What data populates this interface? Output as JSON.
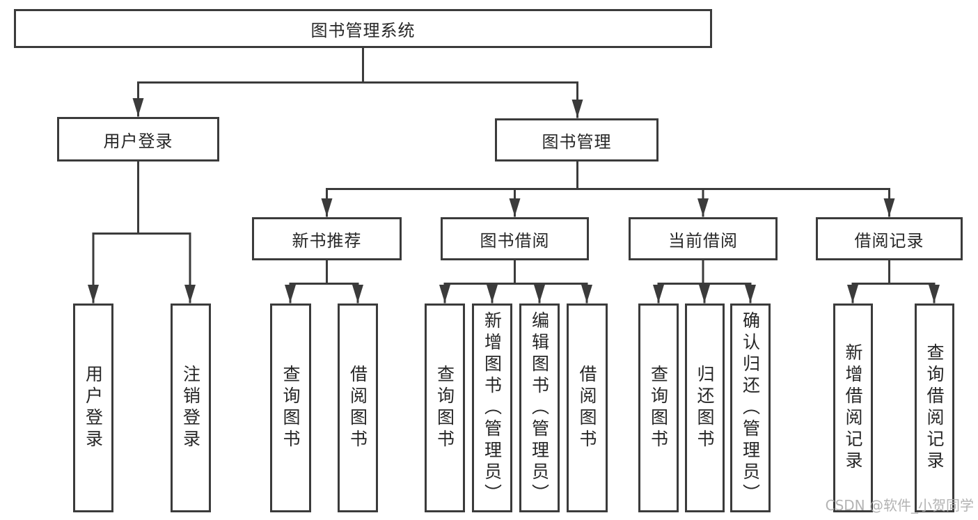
{
  "root": {
    "label": "图书管理系统"
  },
  "branches": [
    {
      "label": "用户登录",
      "children": [
        {
          "label": "用户登录"
        },
        {
          "label": "注销登录"
        }
      ]
    },
    {
      "label": "图书管理",
      "groups": [
        {
          "label": "新书推荐",
          "children": [
            {
              "label": "查询图书"
            },
            {
              "label": "借阅图书"
            }
          ]
        },
        {
          "label": "图书借阅",
          "children": [
            {
              "label": "查询图书"
            },
            {
              "label": "新增图书（管理员）"
            },
            {
              "label": "编辑图书（管理员）"
            },
            {
              "label": "借阅图书"
            }
          ]
        },
        {
          "label": "当前借阅",
          "children": [
            {
              "label": "查询图书"
            },
            {
              "label": "归还图书"
            },
            {
              "label": "确认归还（管理员）"
            }
          ]
        },
        {
          "label": "借阅记录",
          "children": [
            {
              "label": "新增借阅记录"
            },
            {
              "label": "查询借阅记录"
            }
          ]
        }
      ]
    }
  ],
  "watermark": {
    "text": "CSDN @软件_小贺同学"
  },
  "colors": {
    "line": "#3b3b3b",
    "text": "#262626",
    "background": "#ffffff",
    "watermark": "#acacac"
  }
}
